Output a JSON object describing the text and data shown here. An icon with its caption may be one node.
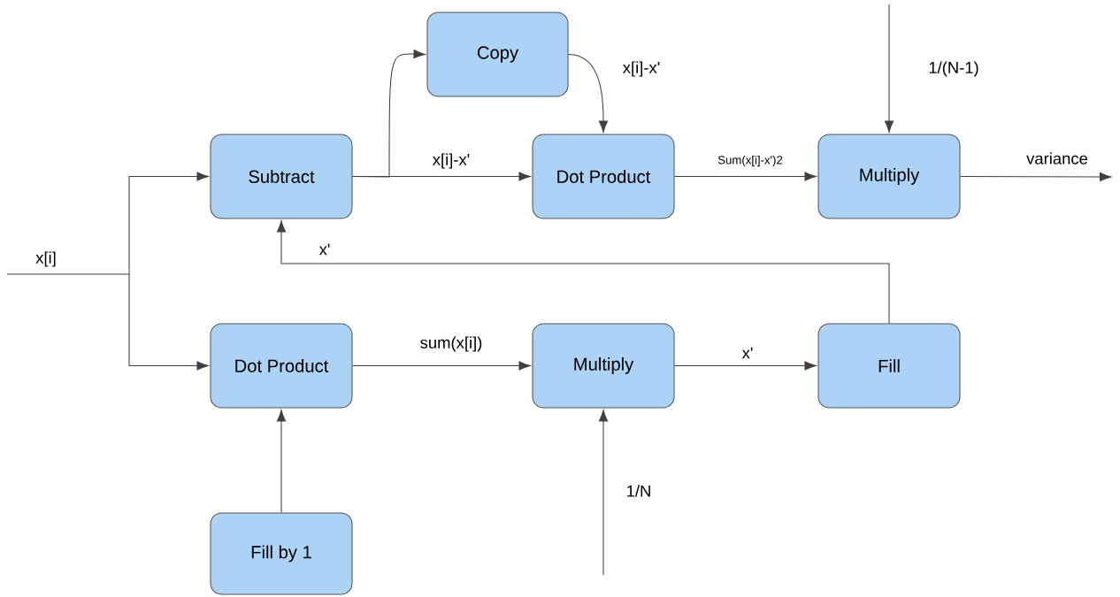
{
  "diagram": {
    "nodes": [
      {
        "text": [
          "Copy"
        ]
      },
      {
        "text": [
          "Subtract"
        ]
      },
      {
        "text": [
          "Dot Product"
        ]
      },
      {
        "text": [
          "Multiply"
        ]
      },
      {
        "text": [
          "Dot Product"
        ]
      },
      {
        "text": [
          "Multiply"
        ]
      },
      {
        "text": [
          "Fill"
        ]
      },
      {
        "text": [
          "Fill by 1"
        ]
      }
    ],
    "edges": [
      {
        "from": null,
        "to": 1,
        "arrow": "to",
        "label": "x[i]"
      },
      {
        "from": null,
        "to": 4,
        "arrow": "to"
      },
      {
        "from": 1,
        "to": 0,
        "arrow": "to"
      },
      {
        "from": 0,
        "to": 2,
        "arrow": "to",
        "label": "x[i]-x'"
      },
      {
        "from": 1,
        "to": 2,
        "arrow": "to",
        "label": "x[i]-x'"
      },
      {
        "from": 2,
        "to": 3,
        "arrow": "to",
        "label": "Sum(x[i]-x')2"
      },
      {
        "from": null,
        "to": 3,
        "arrow": "to",
        "label": "1/(N-1)"
      },
      {
        "from": 3,
        "to": null,
        "arrow": "to",
        "label": "variance"
      },
      {
        "from": 6,
        "to": 1,
        "arrow": "to",
        "label": "x'"
      },
      {
        "from": 4,
        "to": 5,
        "arrow": "to",
        "label": "sum(x[i])"
      },
      {
        "from": 5,
        "to": 6,
        "arrow": "to",
        "label": "x'"
      },
      {
        "from": 7,
        "to": 4,
        "arrow": "to"
      },
      {
        "from": null,
        "to": 5,
        "arrow": "to",
        "label": "1/N"
      }
    ]
  }
}
